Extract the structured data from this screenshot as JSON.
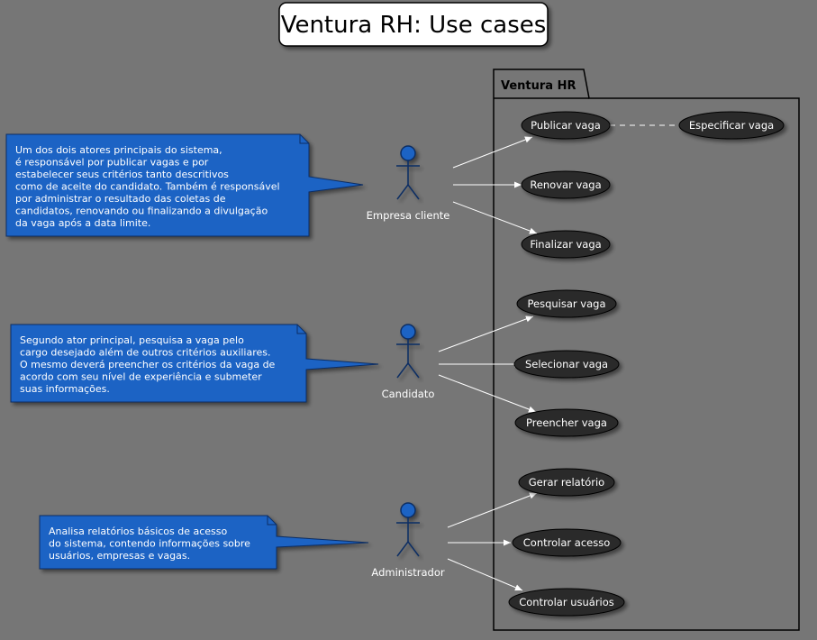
{
  "title": "Ventura RH: Use cases",
  "package": {
    "label": "Ventura HR"
  },
  "colors": {
    "background": "#767676",
    "note_fill": "#1d63c4",
    "use_case_fill": "#2b2b2b",
    "actor_fill": "#1d63c4",
    "line": "#ffffff"
  },
  "actors": [
    {
      "id": "empresa",
      "label": "Empresa cliente"
    },
    {
      "id": "candidato",
      "label": "Candidato"
    },
    {
      "id": "admin",
      "label": "Administrador"
    }
  ],
  "use_cases": [
    {
      "id": "publicar",
      "label": "Publicar vaga"
    },
    {
      "id": "especificar",
      "label": "Especificar vaga"
    },
    {
      "id": "renovar",
      "label": "Renovar vaga"
    },
    {
      "id": "finalizar",
      "label": "Finalizar vaga"
    },
    {
      "id": "pesquisar",
      "label": "Pesquisar vaga"
    },
    {
      "id": "selecionar",
      "label": "Selecionar vaga"
    },
    {
      "id": "preencher",
      "label": "Preencher vaga"
    },
    {
      "id": "relatorio",
      "label": "Gerar relatório"
    },
    {
      "id": "acesso",
      "label": "Controlar acesso"
    },
    {
      "id": "usuarios",
      "label": "Controlar usuários"
    }
  ],
  "notes": [
    {
      "id": "note-empresa",
      "lines": [
        "Um dos dois atores principais do sistema,",
        "é responsável por publicar vagas e por",
        "estabelecer seus critérios tanto descritivos",
        "como de aceite do candidato. Também é responsável",
        "por administrar o resultado das coletas de",
        "candidatos, renovando ou finalizando a divulgação",
        "da vaga após a data limite."
      ]
    },
    {
      "id": "note-candidato",
      "lines": [
        "Segundo ator principal, pesquisa a vaga pelo",
        "cargo desejado além de outros critérios auxiliares.",
        "O mesmo deverá preencher os critérios da vaga de",
        "acordo com seu nível de experiência e submeter",
        "suas informações."
      ]
    },
    {
      "id": "note-admin",
      "lines": [
        "Analisa relatórios básicos de acesso",
        "do sistema, contendo informações sobre",
        "usuários, empresas e vagas."
      ]
    }
  ]
}
